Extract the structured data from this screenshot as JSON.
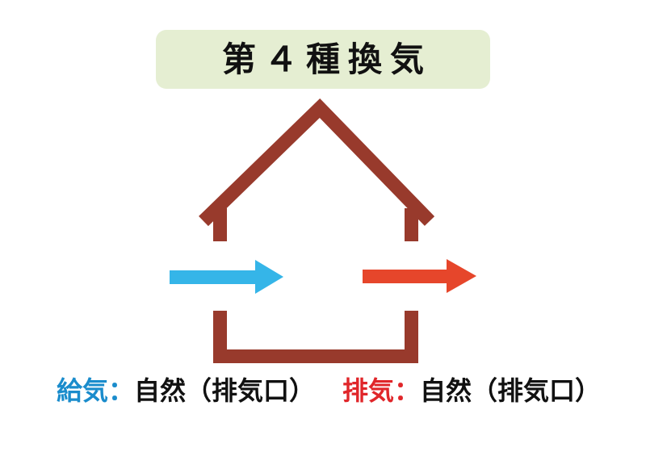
{
  "title": "第４種換気",
  "colors": {
    "title_bg": "#e5eed2",
    "house": "#983a2c",
    "supply_arrow": "#35b5e8",
    "exhaust_arrow": "#e6462b",
    "supply_label": "#1a8ccc",
    "exhaust_label": "#e0262a",
    "text": "#111111"
  },
  "diagram": {
    "house": "house-outline",
    "arrows": [
      {
        "name": "supply-arrow",
        "direction": "right",
        "meaning": "inflow"
      },
      {
        "name": "exhaust-arrow",
        "direction": "right",
        "meaning": "outflow"
      }
    ]
  },
  "labels": {
    "supply": {
      "key": "給気",
      "separator": "：",
      "value": "自然（排気口）"
    },
    "exhaust": {
      "key": "排気",
      "separator": "：",
      "value": "自然（排気口）"
    }
  }
}
